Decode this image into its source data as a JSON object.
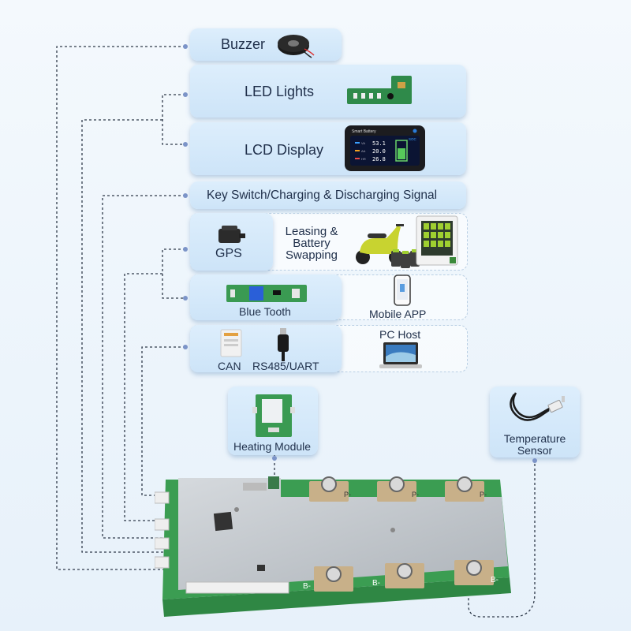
{
  "labels": {
    "buzzer": "Buzzer",
    "led_lights": "LED Lights",
    "lcd_display": "LCD Display",
    "key_switch": "Key Switch/Charging & Discharging Signal",
    "gps": "GPS",
    "leasing_line1": "Leasing &",
    "leasing_line2": "Battery",
    "leasing_line3": "Swapping",
    "bluetooth": "Blue Tooth",
    "mobile_app": "Mobile APP",
    "can": "CAN",
    "rs485": "RS485/UART",
    "pc_host": "PC Host",
    "heating_module": "Heating Module",
    "temp_line1": "Temperature",
    "temp_line2": "Sensor"
  },
  "lcd_screen": {
    "brand": "Smart Battery",
    "rows": [
      {
        "key": "VA",
        "value": "53.1"
      },
      {
        "key": "AA",
        "value": "20.0"
      },
      {
        "key": "HR",
        "value": "26.8"
      }
    ],
    "side_tag": "SOC"
  },
  "bms_terminals": {
    "top": "P-",
    "bottom": "B-"
  },
  "colors": {
    "panel": "#d4e8fa",
    "wire": "#2f3a4a",
    "dot": "#7c94c8",
    "pcb_green": "#3c9a52",
    "heatsink": "#c9ced3"
  }
}
